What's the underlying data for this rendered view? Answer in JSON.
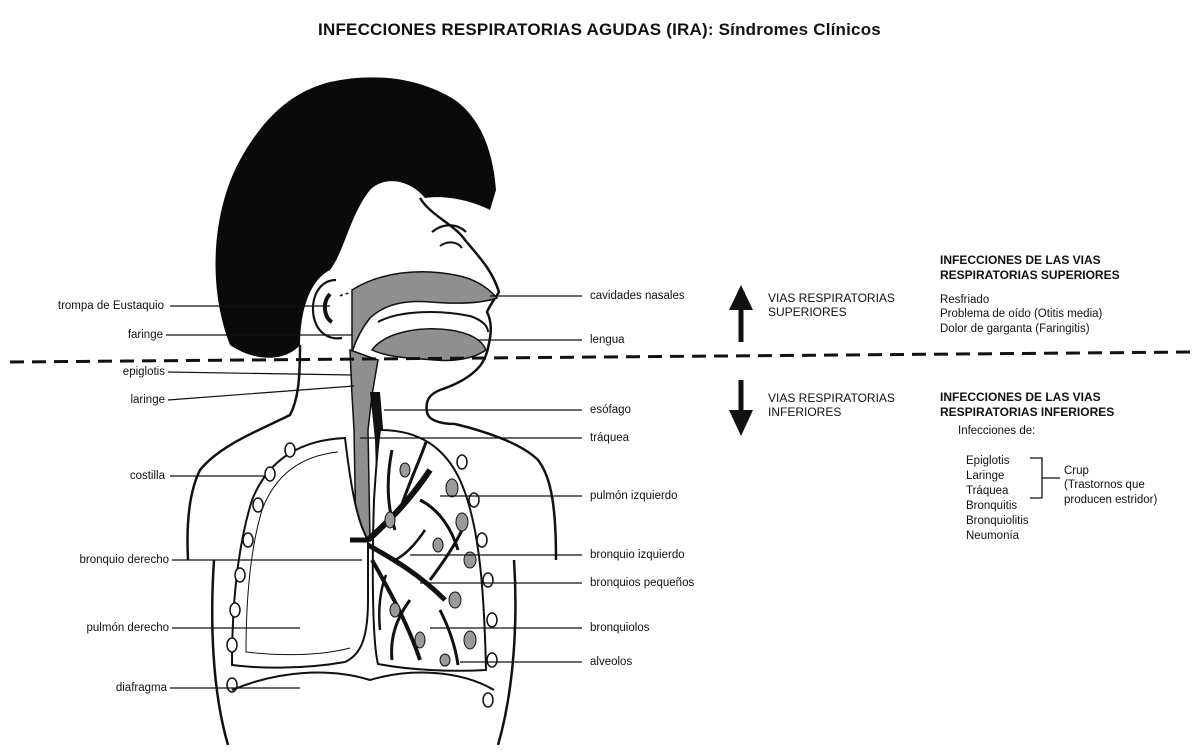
{
  "title": "INFECCIONES RESPIRATORIAS AGUDAS (IRA): Síndromes Clínicos",
  "labels_left": {
    "trompa": "trompa de Eustaquio",
    "faringe": "faringe",
    "epiglotis": "epiglotis",
    "laringe": "laringe",
    "costilla": "costilla",
    "bronquio_derecho": "bronquio derecho",
    "pulmon_derecho": "pulmón derecho",
    "diafragma": "diafragma"
  },
  "labels_right": {
    "cavidades": "cavidades nasales",
    "lengua": "lengua",
    "esofago": "esófago",
    "traquea": "tráquea",
    "pulmon_izquierdo": "pulmón izquierdo",
    "bronquio_izquierdo": "bronquio izquierdo",
    "bronquios_pequenos": "bronquios pequeños",
    "bronquiolos": "bronquiolos",
    "alveolos": "alveolos"
  },
  "zones": {
    "superiores": "VIAS RESPIRATORIAS\nSUPERIORES",
    "inferiores": "VIAS RESPIRATORIAS\nINFERIORES"
  },
  "upper_section": {
    "heading": "INFECCIONES DE LAS VIAS\nRESPIRATORIAS SUPERIORES",
    "items": [
      "Resfriado",
      "Problema de oído (Otitis media)",
      "Dolor de garganta (Faringitis)"
    ]
  },
  "lower_section": {
    "heading": "INFECCIONES DE LAS VIAS\nRESPIRATORIAS INFERIORES",
    "intro": "Infecciones de:",
    "items": [
      "Epiglotis",
      "Laringe",
      "Tráquea",
      "Bronquitis",
      "Bronquiolitis",
      "Neumonía"
    ],
    "crup_title": "Crup",
    "crup_note": "(Trastornos que\nproducen estridor)"
  }
}
